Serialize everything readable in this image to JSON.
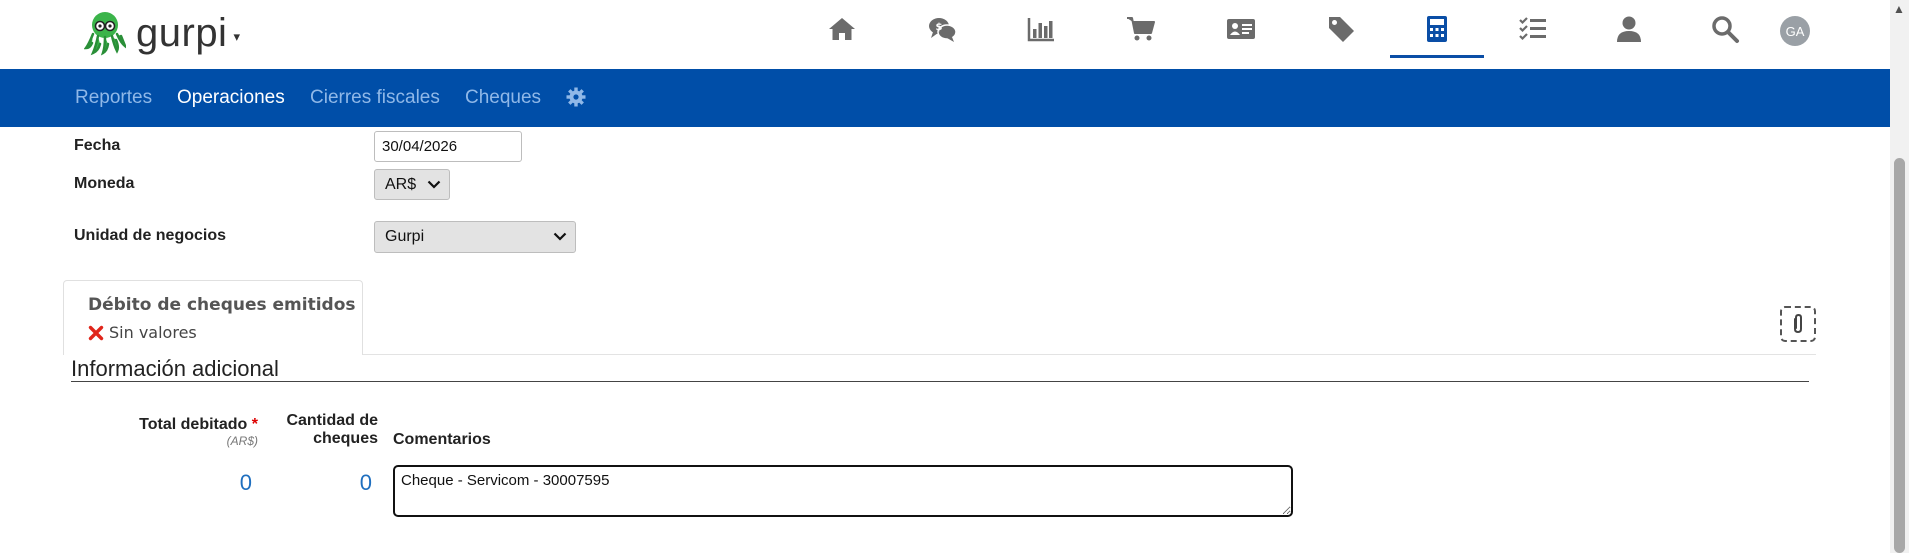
{
  "header": {
    "brand": "gurpi",
    "brand_caret": "▾",
    "nav_icons": [
      "home-icon",
      "chat-money-icon",
      "bar-chart-icon",
      "cart-icon",
      "contact-card-icon",
      "tag-icon",
      "calculator-icon",
      "checklist-icon",
      "user-icon",
      "search-icon"
    ],
    "active_icon": "calculator-icon",
    "avatar_initials": "GA"
  },
  "subnav": {
    "items": [
      {
        "label": "Reportes",
        "active": false
      },
      {
        "label": "Operaciones",
        "active": true
      },
      {
        "label": "Cierres fiscales",
        "active": false
      },
      {
        "label": "Cheques",
        "active": false
      }
    ],
    "settings_icon": "gear-icon"
  },
  "form": {
    "fecha_label": "Fecha",
    "fecha_value": "30/04/2026",
    "moneda_label": "Moneda",
    "moneda_value": "AR$",
    "unidad_label": "Unidad de negocios",
    "unidad_value": "Gurpi"
  },
  "tab": {
    "title": "Débito de cheques emitidos",
    "status": "Sin valores",
    "status_icon": "x-icon"
  },
  "additional": {
    "title": "Información adicional",
    "col_total": "Total debitado",
    "required_mark": "*",
    "col_total_unit": "(AR$)",
    "col_cantidad_line1": "Cantidad de",
    "col_cantidad_line2": "cheques",
    "col_comentarios": "Comentarios",
    "total_value": "0",
    "cantidad_value": "0",
    "comentario_value": "Cheque - Servicom - 30007595"
  },
  "colors": {
    "primary": "#004ea8",
    "inactive_tab_text": "#8fb8e8",
    "number_link": "#1f6fbf",
    "error": "#e0261b",
    "logo_green": "#3bb44a"
  }
}
